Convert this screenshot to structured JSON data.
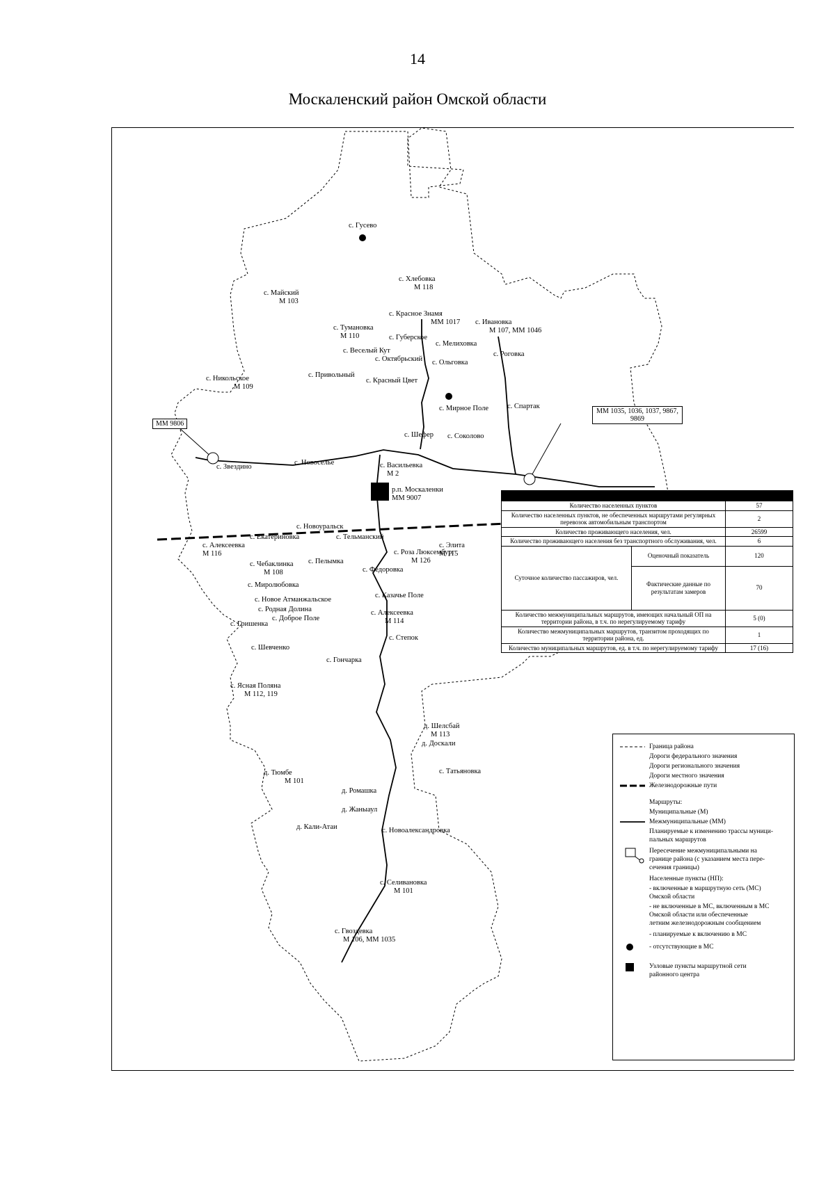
{
  "page_number": "14",
  "title": "Москаленский район Омской области",
  "settlements": [
    {
      "name": "с. Гусево",
      "code": ""
    },
    {
      "name": "с. Майский",
      "code": "М 103"
    },
    {
      "name": "с. Хлебовка",
      "code": "М 118"
    },
    {
      "name": "с. Красное Знамя",
      "code": "ММ 1017"
    },
    {
      "name": "с. Ивановка",
      "code": "М 107, ММ 1046"
    },
    {
      "name": "с. Тумановка",
      "code": "М 110"
    },
    {
      "name": "с. Губерское",
      "code": ""
    },
    {
      "name": "с. Мелиховка",
      "code": ""
    },
    {
      "name": "с. Веселый Кут",
      "code": ""
    },
    {
      "name": "с. Октябрьский",
      "code": ""
    },
    {
      "name": "с. Ольговка",
      "code": ""
    },
    {
      "name": "с. Роговка",
      "code": ""
    },
    {
      "name": "с. Никольское",
      "code": "М 109"
    },
    {
      "name": "с. Привольный",
      "code": ""
    },
    {
      "name": "с. Красный Цвет",
      "code": ""
    },
    {
      "name": "с. Мирное Поле",
      "code": ""
    },
    {
      "name": "с. Спартак",
      "code": ""
    },
    {
      "name": "с. Шефер",
      "code": ""
    },
    {
      "name": "с. Соколово",
      "code": ""
    },
    {
      "name": "с. Звездино",
      "code": ""
    },
    {
      "name": "с. Новоселье",
      "code": ""
    },
    {
      "name": "с. Васильевка",
      "code": "М 2"
    },
    {
      "name": "р.п. Москаленки",
      "code": "ММ 9007"
    },
    {
      "name": "с. Новоуральск",
      "code": ""
    },
    {
      "name": "с. Екатериновка",
      "code": ""
    },
    {
      "name": "с. Тельманский",
      "code": ""
    },
    {
      "name": "с. Элита",
      "code": "М 115"
    },
    {
      "name": "с. Алексеевка",
      "code": "М 116"
    },
    {
      "name": "с. Чебаклинка",
      "code": "М 108"
    },
    {
      "name": "с. Пелымка",
      "code": ""
    },
    {
      "name": "с. Роза Люксембург",
      "code": "М 126"
    },
    {
      "name": "с. Федоровка",
      "code": ""
    },
    {
      "name": "с. Миролюбовка",
      "code": ""
    },
    {
      "name": "с. Новое Атманжальское",
      "code": ""
    },
    {
      "name": "с. Родная Долина",
      "code": ""
    },
    {
      "name": "с. Доброе Поле",
      "code": ""
    },
    {
      "name": "с. Гришенка",
      "code": ""
    },
    {
      "name": "с. Казачье Поле",
      "code": ""
    },
    {
      "name": "с. Алексеевка",
      "code": "М 114"
    },
    {
      "name": "с. Степок",
      "code": ""
    },
    {
      "name": "с. Шевченко",
      "code": ""
    },
    {
      "name": "с. Гончарка",
      "code": ""
    },
    {
      "name": "с. Ясная Поляна",
      "code": "М 112, 119"
    },
    {
      "name": "д. Шелсбай",
      "code": "М 113"
    },
    {
      "name": "д. Доскали",
      "code": ""
    },
    {
      "name": "д. Тюмбе",
      "code": "М 101"
    },
    {
      "name": "с. Татьяновка",
      "code": ""
    },
    {
      "name": "д. Ромашка",
      "code": ""
    },
    {
      "name": "д. Жаныаул",
      "code": ""
    },
    {
      "name": "д. Кали-Атаи",
      "code": ""
    },
    {
      "name": "с. Новоалександровка",
      "code": ""
    },
    {
      "name": "с. Селивановка",
      "code": "М 101"
    },
    {
      "name": "с. Гвоздевка",
      "code": "М 106, ММ 1035"
    }
  ],
  "callouts": {
    "left": "ММ 9806",
    "right": "ММ 1035, 1036, 1037, 9867, 9869"
  },
  "stats": {
    "header": "",
    "rows": [
      {
        "label": "Количество населенных пунктов",
        "value": "57"
      },
      {
        "label": "Количество населенных пунктов, не обеспеченных маршрутами регулярных перевозок автомобильным транспортом",
        "value": "2"
      },
      {
        "label": "Количество проживающего населения, чел.",
        "value": "26599"
      },
      {
        "label": "Количество проживающего населения без транспортного обслуживания, чел.",
        "value": "6"
      }
    ],
    "pass_label": "Суточное количество пассажиров, чел.",
    "pass_rows": [
      {
        "label": "Оценочный показатель",
        "value": "120"
      },
      {
        "label": "Фактические данные по результатам замеров",
        "value": "70"
      }
    ],
    "rows2": [
      {
        "label": "Количество межмуниципальных маршрутов, имеющих начальный ОП на территории района, в т.ч. по нерегулируемому тарифу",
        "value": "5 (0)"
      },
      {
        "label": "Количество межмуниципальных маршрутов, транзитом проходящих по территории района, ед.",
        "value": "1"
      },
      {
        "label": "Количество муниципальных маршрутов, ед. в т.ч. по нерегулируемому тарифу",
        "value": "17 (16)"
      }
    ]
  },
  "legend": {
    "items": [
      {
        "icon": "dashed-line-icon",
        "lines": [
          "Граница района"
        ]
      },
      {
        "icon": "none",
        "lines": [
          "Дороги федерального значения"
        ]
      },
      {
        "icon": "none",
        "lines": [
          "Дороги регионального значения"
        ]
      },
      {
        "icon": "none",
        "lines": [
          "Дороги местного значения"
        ]
      },
      {
        "icon": "railway-line-icon",
        "lines": [
          "Железнодорожные пути"
        ]
      },
      {
        "icon": "none",
        "lines": [
          "Маршруты:"
        ]
      },
      {
        "icon": "none",
        "lines": [
          "Муниципальные (М)"
        ]
      },
      {
        "icon": "solid-line-icon",
        "lines": [
          "Межмуниципальные (ММ)"
        ]
      },
      {
        "icon": "none",
        "lines": [
          "Планируемые к изменению трассы муници-",
          "пальных маршрутов"
        ]
      },
      {
        "icon": "border-crossing-icon",
        "lines": [
          "Пересечение межмуниципальными на",
          "границе района (с указанием места пере-",
          "сечения границы)"
        ]
      },
      {
        "icon": "none",
        "lines": [
          "Населенные пункты (НП):"
        ]
      },
      {
        "icon": "none",
        "lines": [
          "- включенные в маршрутную сеть (МС)",
          "  Омской области"
        ]
      },
      {
        "icon": "none",
        "lines": [
          "- не включенные в МС, включенным в МС",
          "  Омской области или обеспеченные",
          "  летним железнодорожным сообщением"
        ]
      },
      {
        "icon": "none",
        "lines": [
          "- планируемые к включению в МС"
        ]
      },
      {
        "icon": "black-dot-icon",
        "lines": [
          "- отсутствующие в МС"
        ]
      },
      {
        "icon": "black-square-icon",
        "lines": [
          "Узловые пункты маршрутной сети",
          "районного центра"
        ]
      }
    ]
  }
}
